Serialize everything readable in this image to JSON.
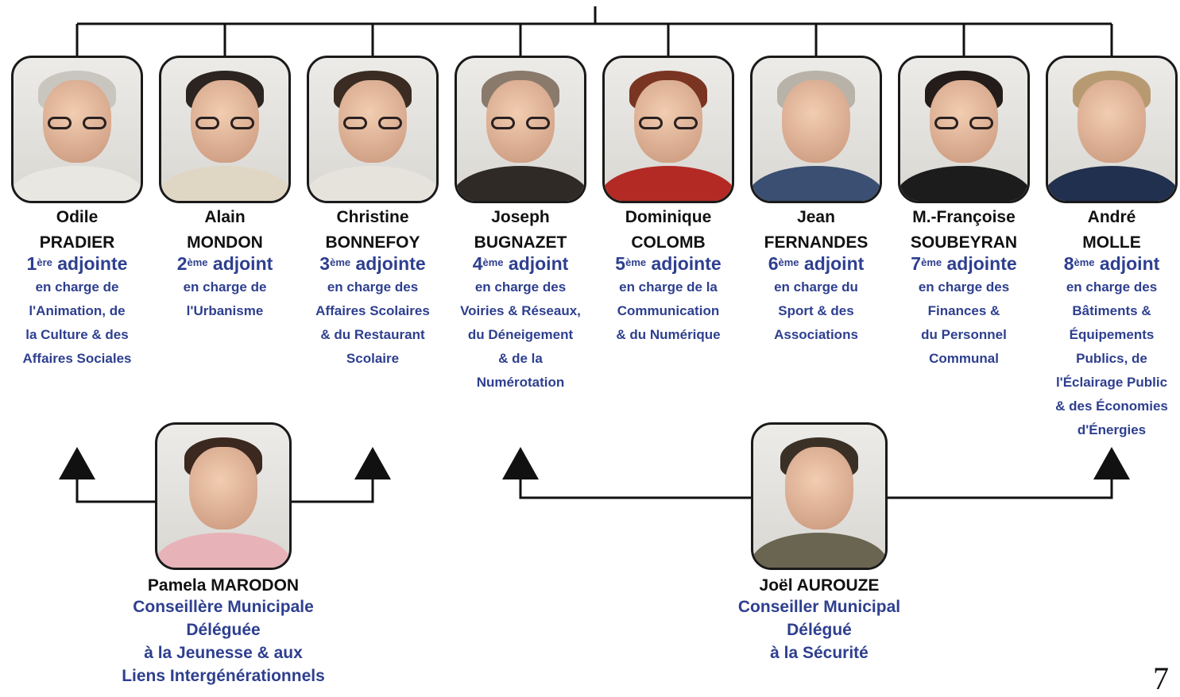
{
  "adjoints": [
    {
      "first": "Odile",
      "last": "PRADIER",
      "rank": "1",
      "sup": "ère",
      "title": "adjointe",
      "duty": [
        "en charge de",
        "l'Animation, de",
        "la Culture & des",
        "Affaires Sociales"
      ],
      "hair": "#c9c6c0",
      "shirt": "#e9e7e2",
      "glasses": true
    },
    {
      "first": "Alain",
      "last": "MONDON",
      "rank": "2",
      "sup": "ème",
      "title": "adjoint",
      "duty": [
        "en charge de",
        "l'Urbanisme"
      ],
      "hair": "#2b2420",
      "shirt": "#e0d6c4",
      "glasses": true
    },
    {
      "first": "Christine",
      "last": "BONNEFOY",
      "rank": "3",
      "sup": "ème",
      "title": "adjointe",
      "duty": [
        "en charge des",
        "Affaires Scolaires",
        "& du Restaurant",
        "Scolaire"
      ],
      "hair": "#3a2c22",
      "shirt": "#e6e3dd",
      "glasses": true
    },
    {
      "first": "Joseph",
      "last": "BUGNAZET",
      "rank": "4",
      "sup": "ème",
      "title": "adjoint",
      "duty": [
        "en charge des",
        "Voiries & Réseaux,",
        "du Déneigement",
        "& de la",
        "Numérotation"
      ],
      "hair": "#8a7a6c",
      "shirt": "#2f2a26",
      "glasses": true
    },
    {
      "first": "Dominique",
      "last": "COLOMB",
      "rank": "5",
      "sup": "ème",
      "title": "adjointe",
      "duty": [
        "en charge de la",
        "Communication",
        "& du Numérique"
      ],
      "hair": "#7a3522",
      "shirt": "#b32a25",
      "glasses": true
    },
    {
      "first": "Jean",
      "last": "FERNANDES",
      "rank": "6",
      "sup": "ème",
      "title": "adjoint",
      "duty": [
        "en charge du",
        "Sport & des",
        "Associations"
      ],
      "hair": "#b9b2a8",
      "shirt": "#3a4f72",
      "glasses": false
    },
    {
      "first": "M.-Françoise",
      "last": "SOUBEYRAN",
      "rank": "7",
      "sup": "ème",
      "title": "adjointe",
      "duty": [
        "en charge des",
        "Finances &",
        "du Personnel",
        "Communal"
      ],
      "hair": "#241c1a",
      "shirt": "#1c1c1c",
      "glasses": true
    },
    {
      "first": "André",
      "last": "MOLLE",
      "rank": "8",
      "sup": "ème",
      "title": "adjoint",
      "duty": [
        "en charge des",
        "Bâtiments &",
        "Équipements",
        "Publics, de",
        "l'Éclairage Public",
        "& des Économies",
        "d'Énergies"
      ],
      "hair": "#b89a72",
      "shirt": "#22304f",
      "glasses": false
    }
  ],
  "conseillers": [
    {
      "name": "Pamela MARODON",
      "role": "Conseillère Municipale",
      "role2": "Déléguée",
      "duty": [
        "à la Jeunesse & aux",
        "Liens Intergénérationnels"
      ],
      "hair": "#3b281f",
      "shirt": "#e7b3b8"
    },
    {
      "name": "Joël AUROUZE",
      "role": "Conseiller Municipal",
      "role2": "Délégué",
      "duty": [
        "à la Sécurité"
      ],
      "hair": "#3a3026",
      "shirt": "#6a6550"
    }
  ],
  "page_number": "7",
  "colors": {
    "line": "#111111",
    "accent": "#2e3f8f"
  }
}
